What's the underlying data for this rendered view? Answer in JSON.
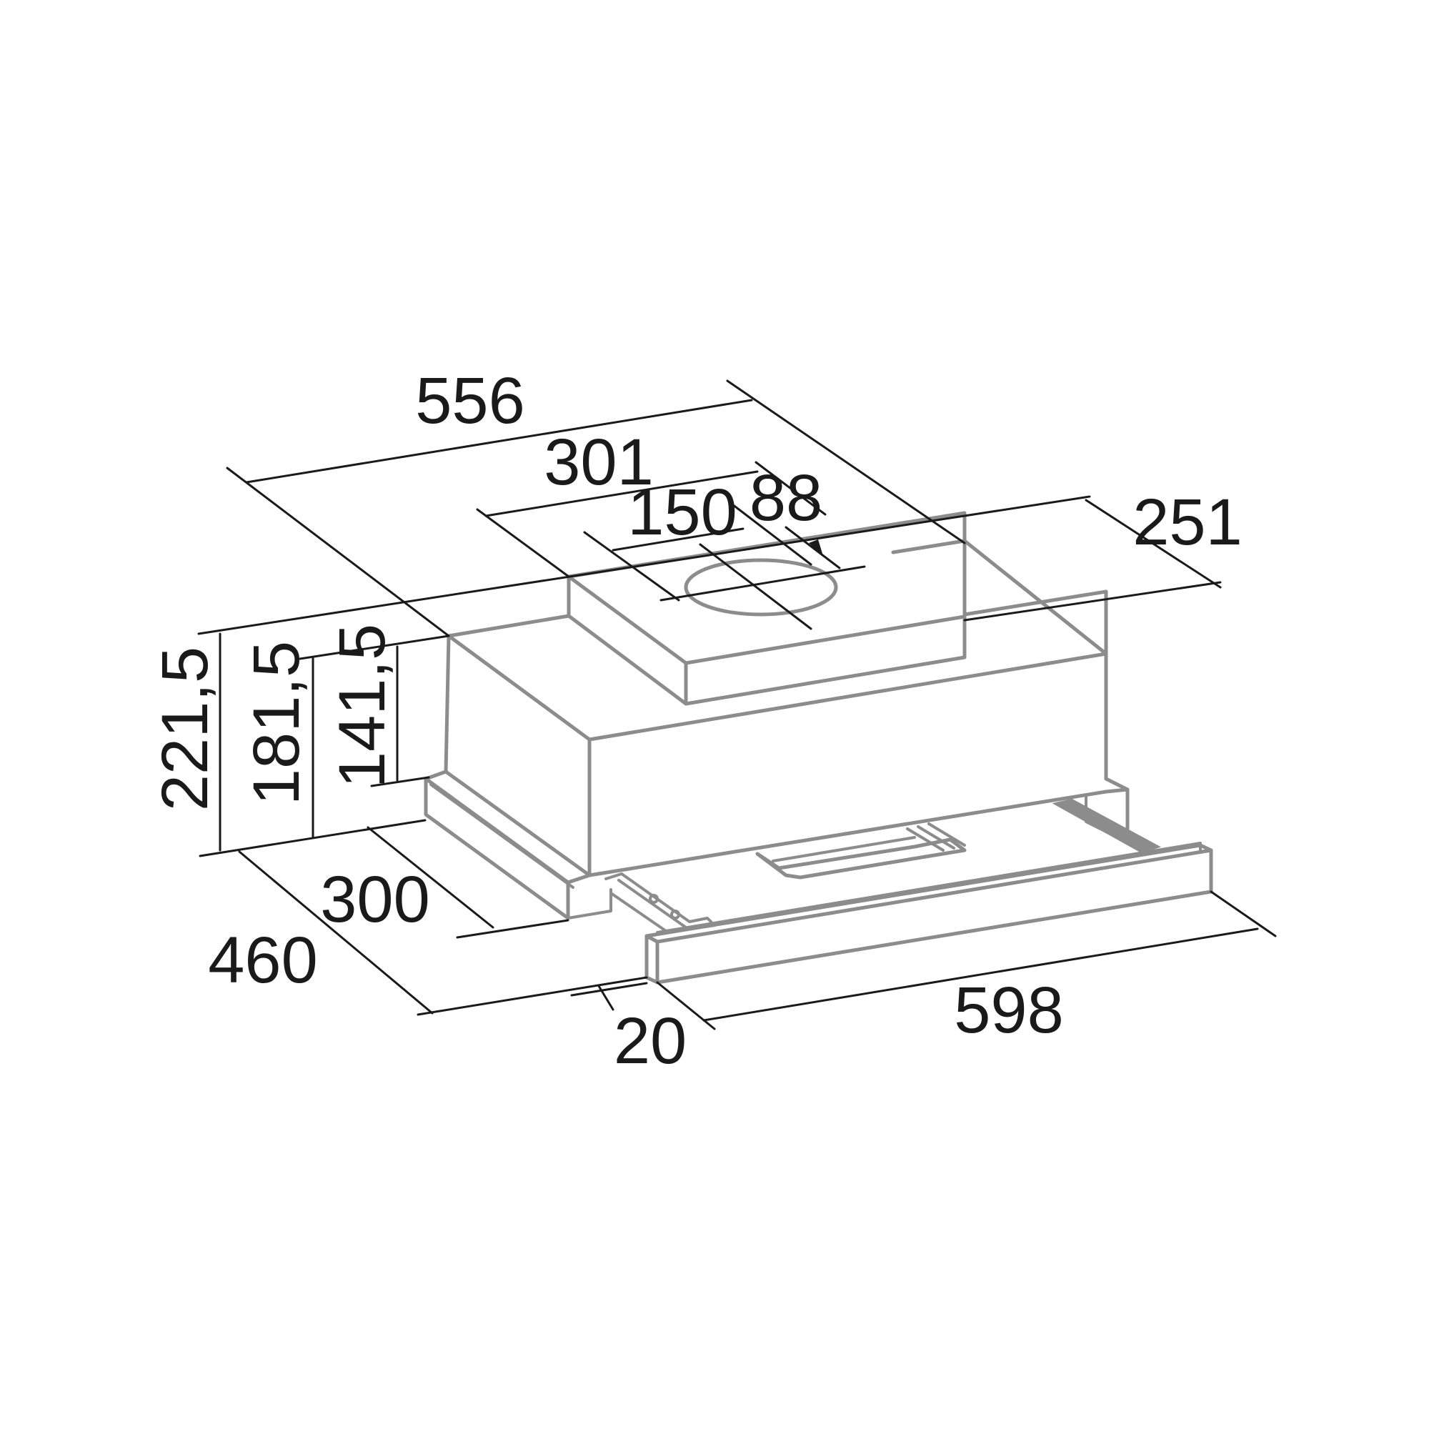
{
  "dimensions": {
    "width_top": "556",
    "spigot_offset": "301",
    "spigot_diameter": "150",
    "spigot_depth": "88",
    "top_depth": "251",
    "height_total": "221,5",
    "height_mid": "181,5",
    "height_body": "141,5",
    "depth_body": "300",
    "depth_total": "460",
    "front_panel": "20",
    "width_total": "598"
  },
  "colors": {
    "outline": "#8c8c8c",
    "dimension": "#1a1a1a",
    "background": "#ffffff"
  }
}
